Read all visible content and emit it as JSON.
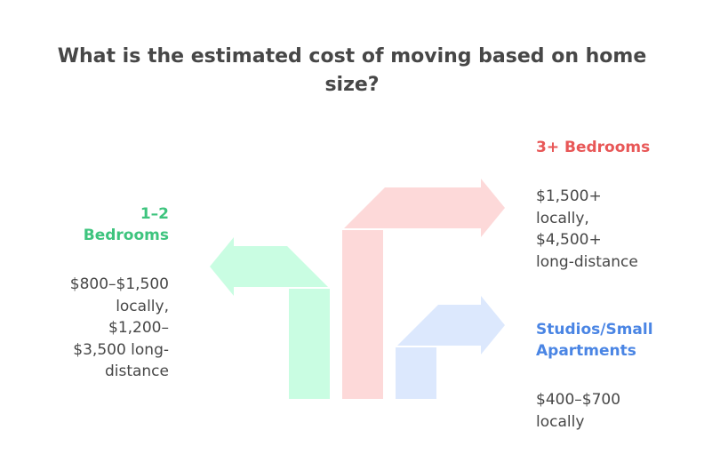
{
  "title": "What is the estimated cost of moving based on home\nsize?",
  "colors": {
    "green_fill": "#c9fde2",
    "red_fill": "#fdd9d9",
    "blue_fill": "#dce8fd",
    "green_text": "#3ec47e",
    "red_text": "#e85757",
    "blue_text": "#4a85e4"
  },
  "items": [
    {
      "label": "1–2\nBedrooms",
      "text": "$800–$1,500\nlocally,\n$1,200–\n$3,500 long-\ndistance"
    },
    {
      "label": "3+ Bedrooms",
      "text": "$1,500+\nlocally,\n$4,500+\nlong-distance"
    },
    {
      "label": "Studios/Small\nApartments",
      "text": "$400–$700\nlocally"
    }
  ]
}
